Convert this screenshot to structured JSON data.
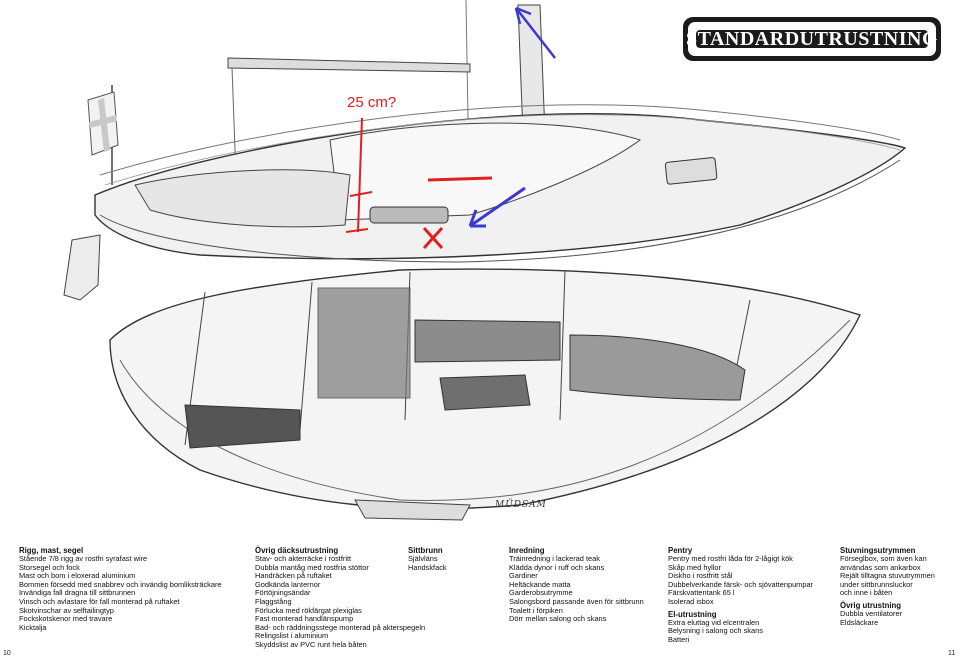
{
  "title": "STANDARDUTRUSTNING",
  "annotation": {
    "text": "25 cm?"
  },
  "signature": "MÜDSAM",
  "sections": [
    {
      "heading": "Rigg, mast, segel",
      "items": [
        "Stående 7/8 rigg av rostfri syrafast wire",
        "Storsegel och fock",
        "Mast och bom i eloxerad aluminium",
        "Bommen försedd med snabbrev och invändig bomliksträckare",
        "Invändiga fall dragna till sittbrunnen",
        "Vinsch och avlastare för fall monterad på ruftaket",
        "Skotvinschar av selftailingtyp",
        "Fockskotskenor med travare",
        "Kicktalja"
      ]
    },
    {
      "heading": "Övrig däcksutrustning",
      "items": [
        "Stav- och akterräcke i rostfritt",
        "Dubbla mantåg med rostfria stöttor",
        "Handräcken på ruftaket",
        "Godkända lanternor",
        "Förtöjningsändar",
        "Flaggstång",
        "Förlucka med rökfärgat plexiglas",
        "Fast monterad handlänspump",
        "Bad- och räddningsstege monterad på akterspegeln",
        "Relingslist i aluminium",
        "Skyddslist av PVC runt hela båten"
      ]
    },
    {
      "heading": "Sittbrunn",
      "items": [
        "Självläns",
        "Handskfack"
      ]
    },
    {
      "heading": "Inredning",
      "items": [
        "Träinredning i lackerad teak",
        "Klädda dynor i ruff och skans",
        "Gardiner",
        "Heltäckande matta",
        "Garderobsutrymme",
        "Salongsbord passande även för sittbrunn",
        "Toalett i förpiken",
        "Dörr mellan salong och skans"
      ]
    },
    {
      "heading": "Pentry",
      "items": [
        "Pentry med rostfri låda för 2-lågigt kök",
        "Skåp med hyllor",
        "Diskho i rostfritt stål",
        "Dubbelverkande färsk- och sjövattenpumpar",
        "Färskvattentank 65 l",
        "Isolerad isbox"
      ]
    },
    {
      "heading": "El-utrustning",
      "items": [
        "Extra eluttag vid elcentralen",
        "Belysning i salong och skans",
        "Batteri"
      ]
    },
    {
      "heading": "Stuvningsutrymmen",
      "items": [
        "Förseglbox, som även kan",
        "användas som ankarbox",
        "Rejält tilltagna stuvutrymmen",
        "under sittbrunnsluckor",
        "och inne i båten"
      ]
    },
    {
      "heading": "Övrig utrustning",
      "items": [
        "Dubbla ventilatorer",
        "Eldsläckare"
      ]
    }
  ],
  "page_numbers": {
    "left": "10",
    "right": "11"
  },
  "colors": {
    "annotation_red": "#e02020",
    "annotation_blue": "#3a3ad0",
    "title_plate": "#1b1b1b"
  }
}
